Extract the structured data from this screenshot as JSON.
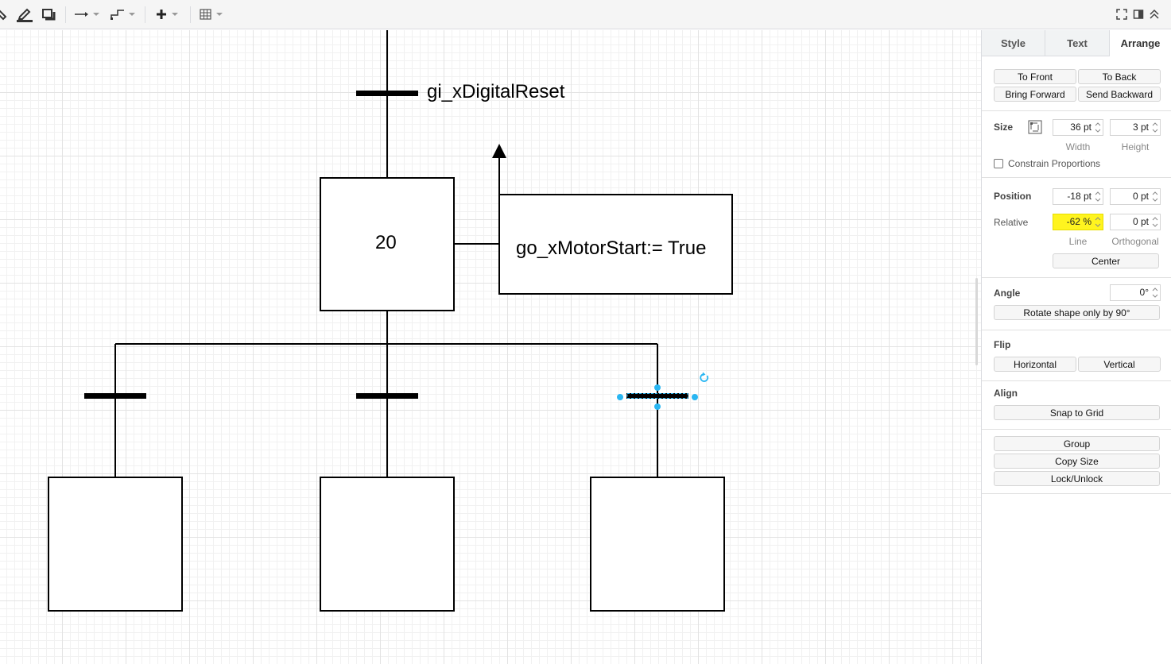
{
  "toolbar": {
    "icons": [
      "fill-color-icon",
      "line-color-icon",
      "shadow-icon",
      "connection-arrow-icon",
      "waypoints-icon",
      "insert-plus-icon",
      "table-icon",
      "fullscreen-icon",
      "format-panel-icon",
      "collapse-icon"
    ]
  },
  "canvas": {
    "transition_top_label": "gi_xDigitalReset",
    "step_label": "20",
    "action_text": "go_xMotorStart:= True"
  },
  "panel": {
    "tabs": [
      {
        "label": "Style",
        "active": false
      },
      {
        "label": "Text",
        "active": false
      },
      {
        "label": "Arrange",
        "active": true
      }
    ],
    "order_buttons": [
      "To Front",
      "To Back",
      "Bring Forward",
      "Send Backward"
    ],
    "size": {
      "label": "Size",
      "width_value": "36 pt",
      "height_value": "3 pt",
      "width_caption": "Width",
      "height_caption": "Height",
      "constrain_label": "Constrain Proportions",
      "constrain_checked": false
    },
    "position": {
      "label": "Position",
      "x_value": "-18 pt",
      "y_value": "0 pt",
      "relative_label": "Relative",
      "line_value": "-62 %",
      "orthogonal_value": "0 pt",
      "line_caption": "Line",
      "orthogonal_caption": "Orthogonal",
      "center_button": "Center",
      "highlight_color": "#fff41f"
    },
    "angle": {
      "label": "Angle",
      "value": "0°",
      "rotate_button": "Rotate shape only by 90°"
    },
    "flip": {
      "label": "Flip",
      "horizontal": "Horizontal",
      "vertical": "Vertical"
    },
    "align": {
      "label": "Align",
      "snap_button": "Snap to Grid"
    },
    "extra_buttons": [
      "Group",
      "Copy Size",
      "Lock/Unlock"
    ]
  },
  "colors": {
    "selection": "#29b6f2",
    "highlight": "#fff41f",
    "toolbar_bg": "#f5f5f5"
  }
}
